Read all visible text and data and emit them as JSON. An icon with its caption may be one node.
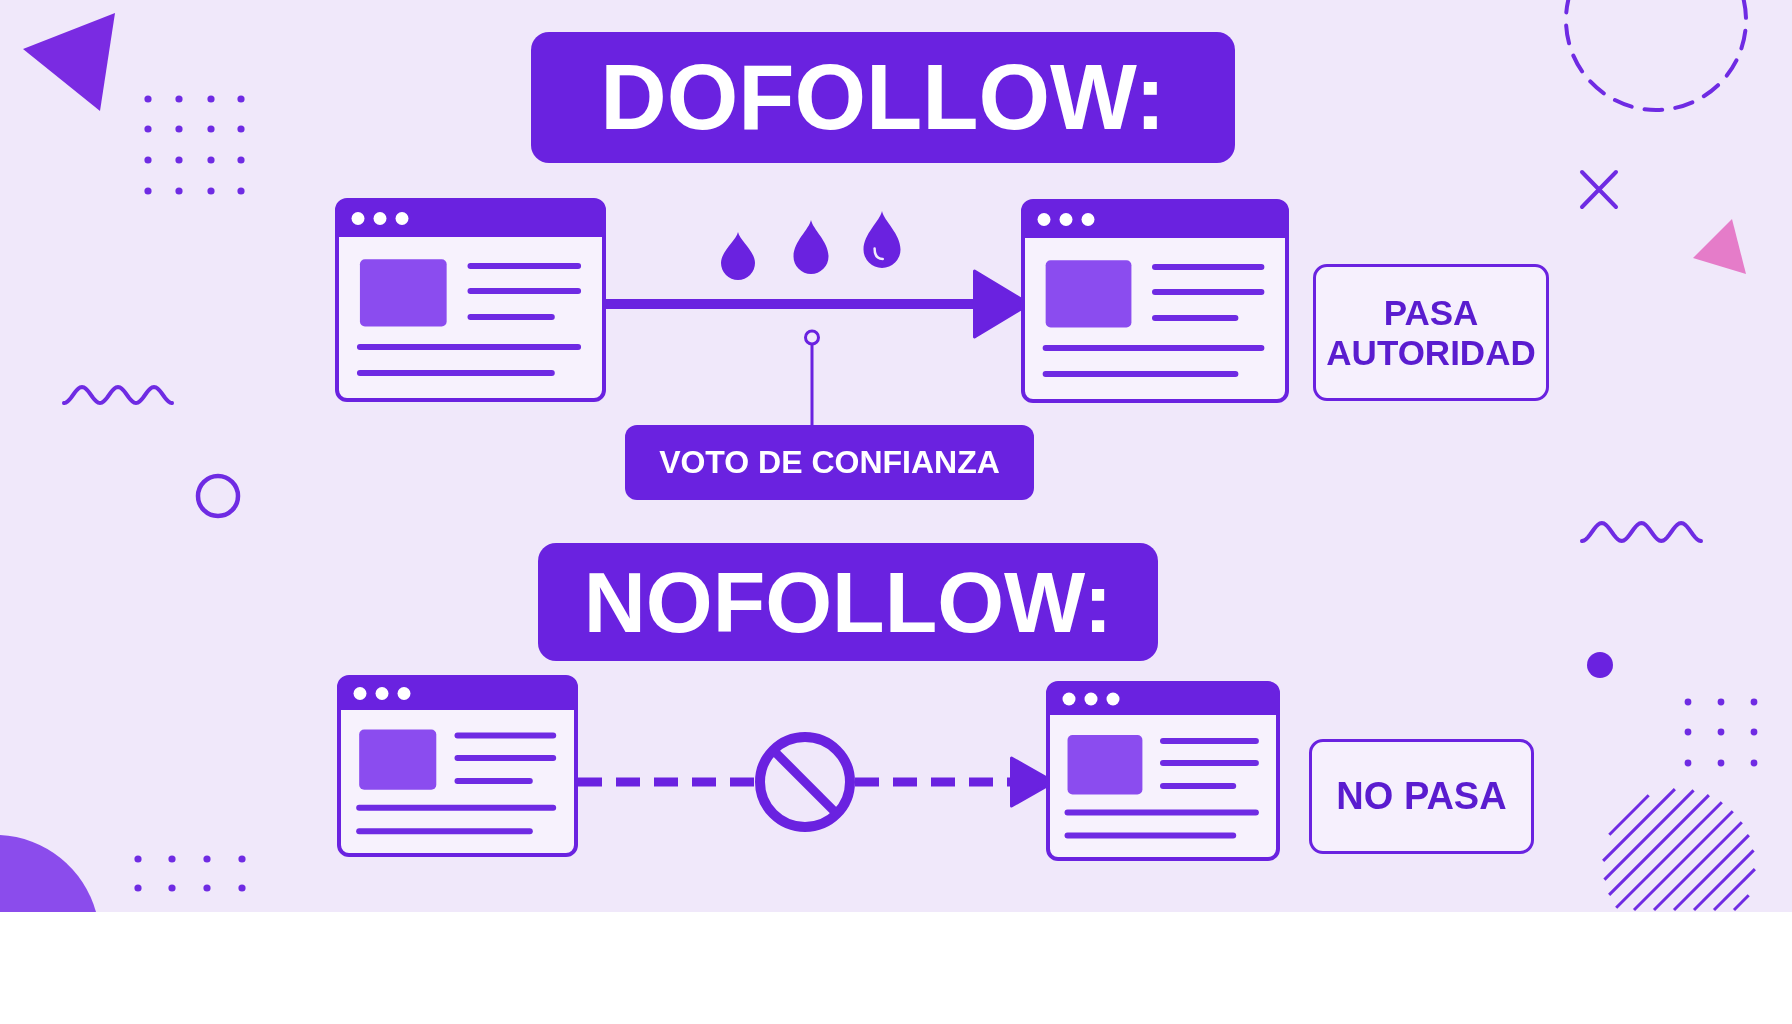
{
  "diagram": {
    "nodes": [
      {
        "text": [
          "DOFOLLOW:"
        ]
      },
      {
        "text": [],
        "shape": "picture"
      },
      {
        "text": [],
        "shape": "picture"
      },
      {
        "text": [
          "PASA AUTORIDAD"
        ]
      },
      {
        "text": [
          "VOTO DE CONFIANZA"
        ]
      },
      {
        "text": [
          "NOFOLLOW:"
        ]
      },
      {
        "text": [],
        "shape": "picture"
      },
      {
        "text": [],
        "shape": "circle"
      },
      {
        "text": [],
        "shape": "picture"
      },
      {
        "text": [
          "NO PASA"
        ]
      }
    ],
    "edges": [
      {
        "from": 1,
        "to": 2,
        "arrow": "to"
      },
      {
        "from": 4,
        "to": null,
        "arrow": "other"
      },
      {
        "from": 6,
        "to": 7,
        "arrow": "none",
        "style": "dashed"
      },
      {
        "from": 7,
        "to": 8,
        "arrow": "to",
        "style": "dashed"
      }
    ]
  }
}
